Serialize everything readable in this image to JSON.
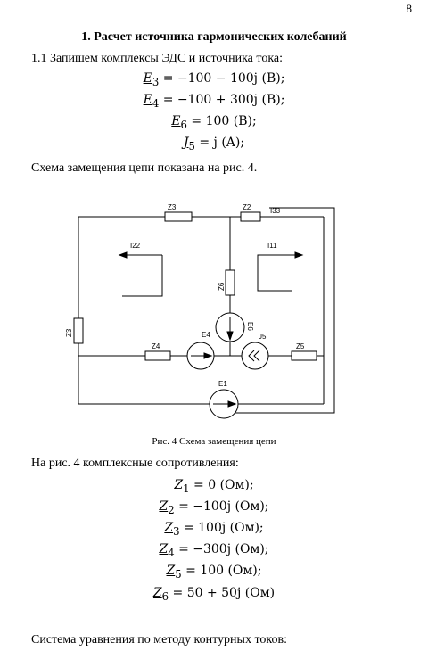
{
  "page_number": "8",
  "heading": "1. Расчет источника гармонических колебаний",
  "para1": "1.1 Запишем комплексы ЭДС и источника тока:",
  "sources": [
    {
      "sym": "E",
      "sub": "3",
      "expr": " = −100 − 100j (B);"
    },
    {
      "sym": "E",
      "sub": "4",
      "expr": " = −100 + 300j (B);"
    },
    {
      "sym": "E",
      "sub": "6",
      "expr": " = 100 (B);"
    },
    {
      "sym": "J",
      "sub": "5",
      "expr": " = j (A);"
    }
  ],
  "para2": "Схема замещения цепи показана на рис. 4.",
  "circuit": {
    "labels": {
      "Z3_top": "Z3",
      "Z2": "Z2",
      "I33": "I33",
      "I22": "I22",
      "I11": "I11",
      "Z6": "Z6",
      "Z3_left": "Z3",
      "E4": "E4",
      "E6": "E6",
      "J5": "J5",
      "Z4": "Z4",
      "Z5": "Z5",
      "E1": "E1"
    }
  },
  "caption": "Рис. 4 Схема замещения цепи",
  "para3": "На рис. 4 комплексные сопротивления:",
  "impedances": [
    {
      "sym": "Z",
      "sub": "1",
      "expr": " = 0 (Ом);"
    },
    {
      "sym": "Z",
      "sub": "2",
      "expr": " = −100j (Ом);"
    },
    {
      "sym": "Z",
      "sub": "3",
      "expr": " = 100j (Ом);"
    },
    {
      "sym": "Z",
      "sub": "4",
      "expr": " = −300j (Ом);"
    },
    {
      "sym": "Z",
      "sub": "5",
      "expr": " = 100 (Ом);"
    },
    {
      "sym": "Z",
      "sub": "6",
      "expr": " = 50 + 50j (Ом)"
    }
  ],
  "para4": "Система уравнения по методу контурных токов:"
}
